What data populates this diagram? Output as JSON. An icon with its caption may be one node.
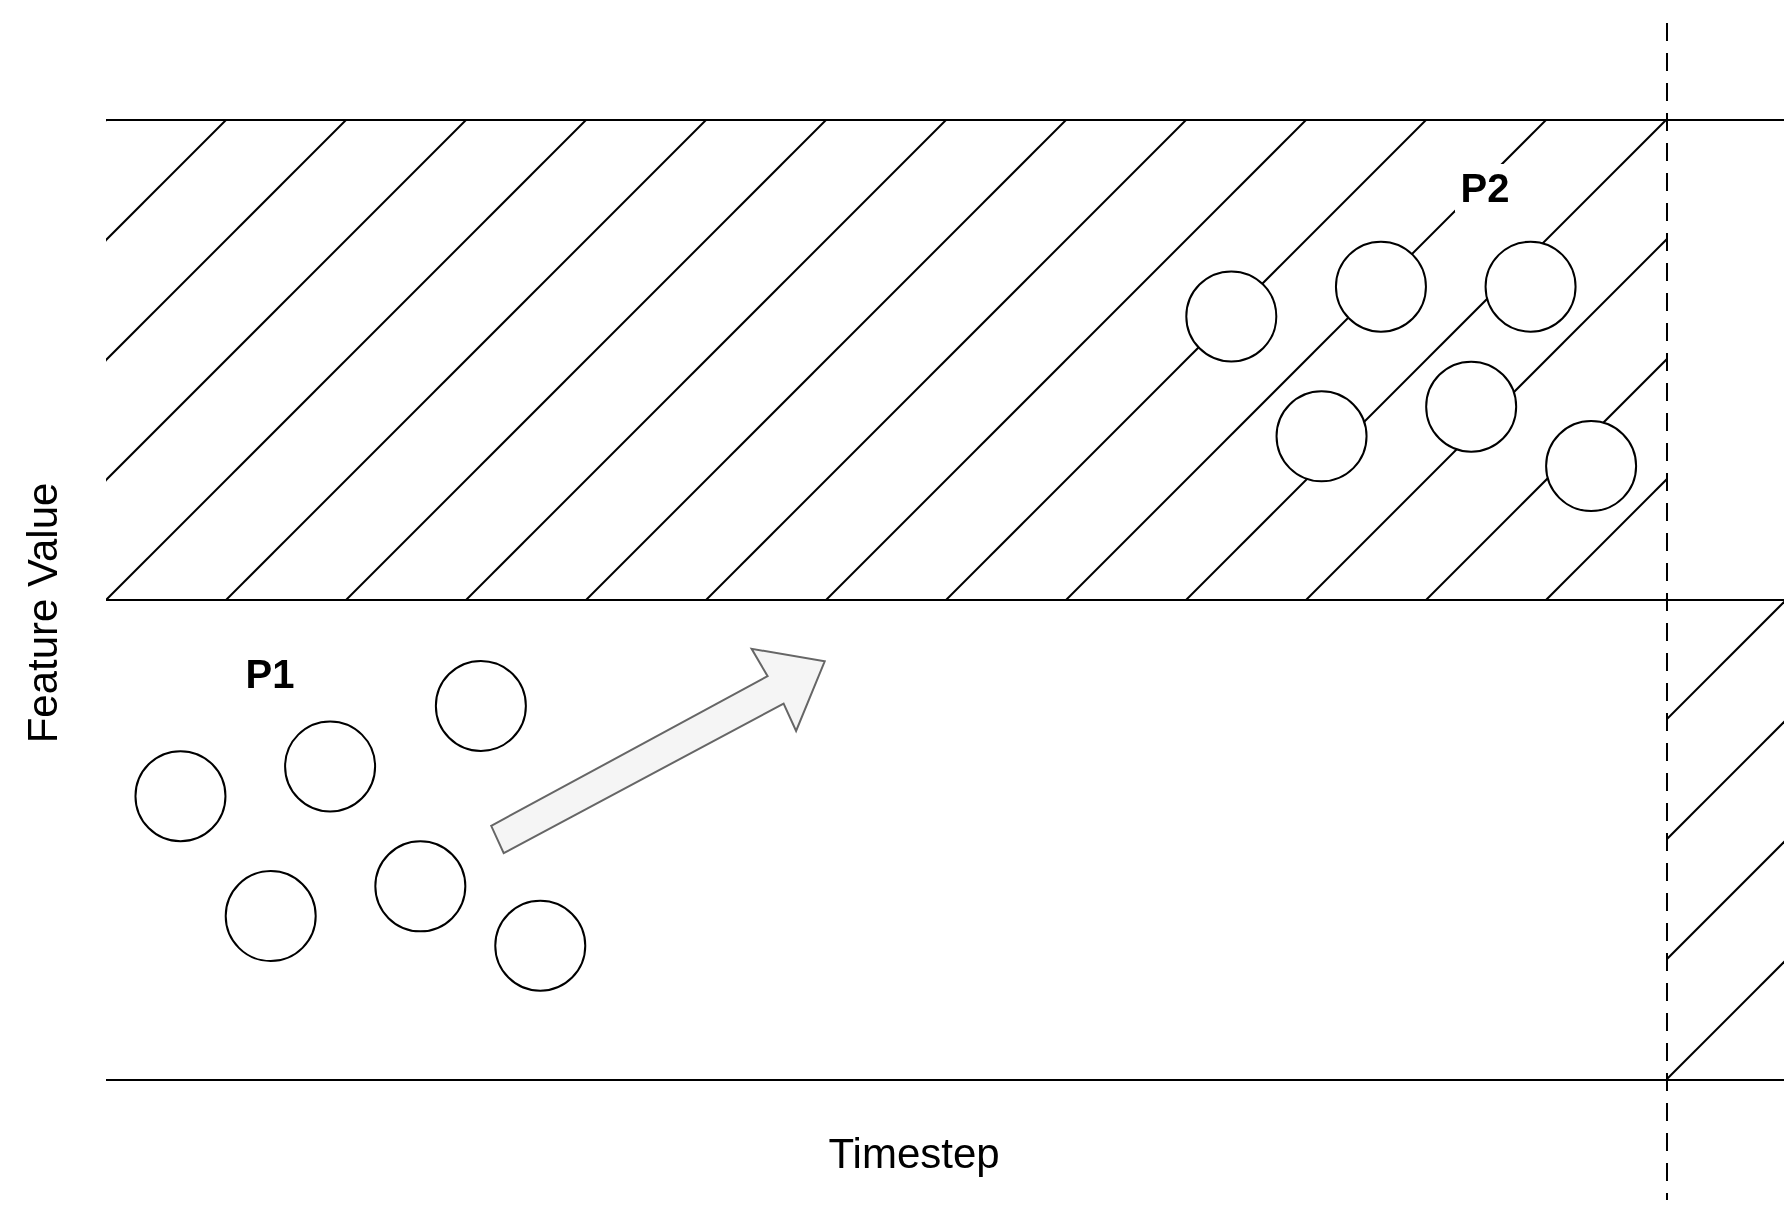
{
  "diagram": {
    "nodes": [
      {
        "text": [],
        "shape": "circle"
      },
      {
        "text": [],
        "shape": "circle"
      },
      {
        "text": [],
        "shape": "circle"
      },
      {
        "text": [],
        "shape": "circle"
      },
      {
        "text": [],
        "shape": "circle"
      },
      {
        "text": [],
        "shape": "circle"
      },
      {
        "text": [],
        "shape": "circle"
      },
      {
        "text": [],
        "shape": "circle"
      },
      {
        "text": [],
        "shape": "circle"
      },
      {
        "text": [],
        "shape": "circle"
      },
      {
        "text": [],
        "shape": "circle"
      },
      {
        "text": [],
        "shape": "circle"
      }
    ],
    "labels": [
      "P2",
      "Feature Value",
      "P1",
      "Timestep"
    ]
  }
}
